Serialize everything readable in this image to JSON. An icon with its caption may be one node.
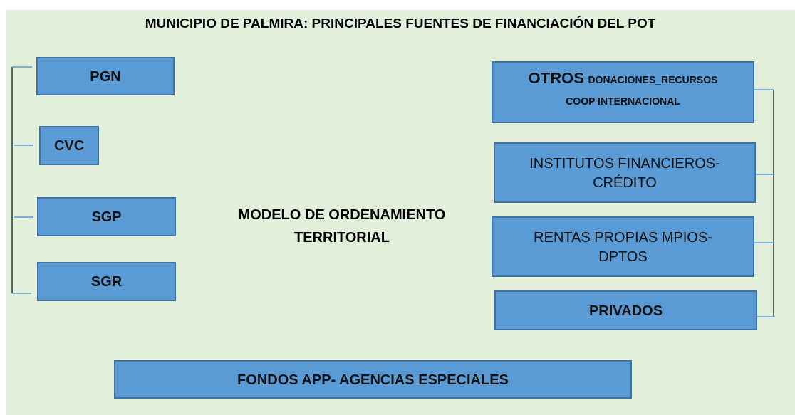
{
  "diagram": {
    "title": "MUNICIPIO DE PALMIRA: PRINCIPALES FUENTES DE FINANCIACIÓN DEL POT",
    "nodes": [
      {
        "text": [
          "PGN"
        ]
      },
      {
        "text": [
          "CVC"
        ]
      },
      {
        "text": [
          "SGP"
        ]
      },
      {
        "text": [
          "SGR"
        ]
      },
      {
        "text": [
          "OTROS",
          "DONACIONES_RECURSOS COOP INTERNACIONAL"
        ]
      },
      {
        "text": [
          "INSTITUTOS FINANCIEROS- CRÉDITO"
        ]
      },
      {
        "text": [
          "RENTAS PROPIAS MPIOS- DPTOS"
        ]
      },
      {
        "text": [
          "PRIVADOS"
        ]
      },
      {
        "text": [
          "FONDOS APP- AGENCIAS ESPECIALES"
        ]
      }
    ],
    "edges": [],
    "labels": [
      "MODELO DE ORDENAMIENTO TERRITORIAL"
    ]
  }
}
